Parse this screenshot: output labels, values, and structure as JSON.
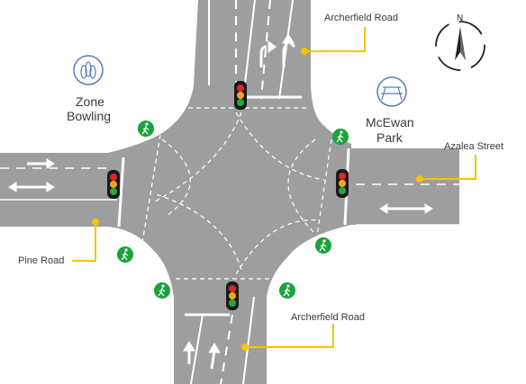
{
  "map": {
    "road_color": "#9e9e9e",
    "leader_color": "#f5c400",
    "ped_color": "#1aa33c",
    "signal_colors": {
      "red": "#e0262b",
      "amber": "#f0a81a",
      "green": "#27a846"
    }
  },
  "roads": {
    "archerfield_north": "Archerfield Road",
    "archerfield_south": "Archerfield Road",
    "azalea": "Azalea Street",
    "pine": "Pine Road"
  },
  "places": {
    "zone_bowling": {
      "line1": "Zone",
      "line2": "Bowling",
      "icon": "bowling-pins-icon"
    },
    "mcewan_park": {
      "line1": "McEwan",
      "line2": "Park",
      "icon": "picnic-table-icon"
    }
  },
  "compass": {
    "north_label": "N"
  }
}
